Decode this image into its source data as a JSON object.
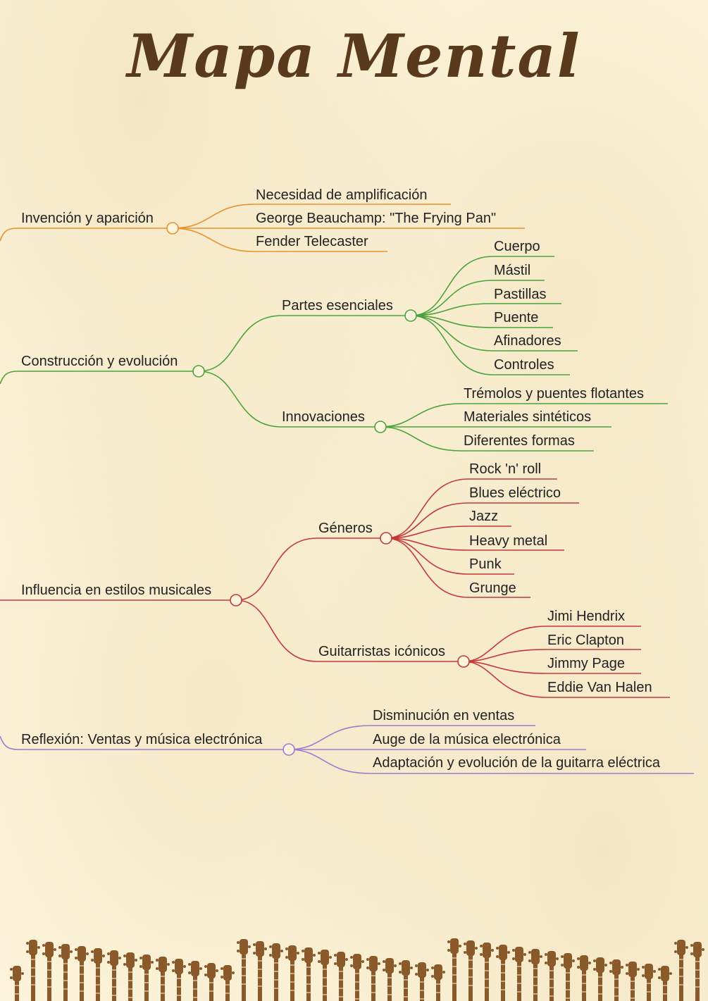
{
  "title": "Mapa  Mental",
  "colors": {
    "background": "#fdf4dc",
    "title": "#5a3a1c",
    "orange": "#e8912e",
    "green": "#4aa33a",
    "red": "#c43a3a",
    "purple": "#9b7bd0",
    "guitar": "#8a5a2a"
  },
  "branches": [
    {
      "label": "Invención y aparición",
      "color": "orange",
      "children": [
        {
          "label": "Necesidad de amplificación"
        },
        {
          "label": "George Beauchamp: \"The Frying Pan\""
        },
        {
          "label": "Fender Telecaster"
        }
      ]
    },
    {
      "label": "Construcción y evolución",
      "color": "green",
      "children": [
        {
          "label": "Partes esenciales",
          "children": [
            "Cuerpo",
            "Mástil",
            "Pastillas",
            "Puente",
            "Afinadores",
            "Controles"
          ]
        },
        {
          "label": "Innovaciones",
          "children": [
            "Trémolos y puentes flotantes",
            "Materiales sintéticos",
            "Diferentes formas"
          ]
        }
      ]
    },
    {
      "label": "Influencia en estilos musicales",
      "color": "red",
      "children": [
        {
          "label": "Géneros",
          "children": [
            "Rock 'n' roll",
            "Blues eléctrico",
            "Jazz",
            "Heavy metal",
            "Punk",
            "Grunge"
          ]
        },
        {
          "label": "Guitarristas icónicos",
          "children": [
            "Jimi Hendrix",
            "Eric Clapton",
            "Jimmy Page",
            "Eddie Van Halen"
          ]
        }
      ]
    },
    {
      "label": "Reflexión: Ventas y música electrónica",
      "color": "purple",
      "children": [
        {
          "label": "Disminución en ventas"
        },
        {
          "label": "Auge de la música electrónica"
        },
        {
          "label": "Adaptación y evolución de la guitarra eléctrica"
        }
      ]
    }
  ],
  "decoration": {
    "footer_icon": "guitar-headstock-icon"
  }
}
